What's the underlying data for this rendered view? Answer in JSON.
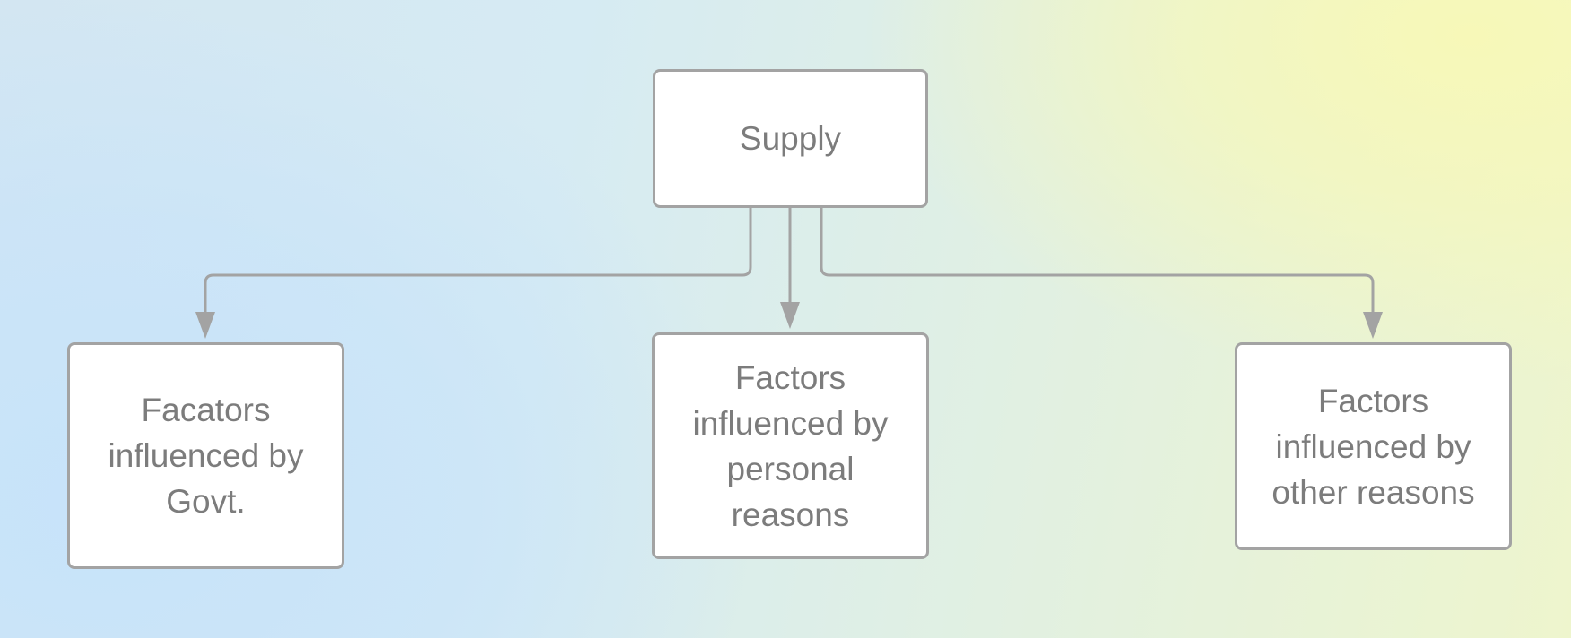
{
  "diagram": {
    "type": "tree",
    "root": {
      "id": "supply",
      "label": "Supply"
    },
    "children": [
      {
        "id": "govt",
        "label": "Facators influenced by Govt."
      },
      {
        "id": "personal",
        "label": "Factors influenced by personal reasons"
      },
      {
        "id": "other",
        "label": "Factors influenced by other reasons"
      }
    ],
    "edges": [
      {
        "from": "supply",
        "to": "govt"
      },
      {
        "from": "supply",
        "to": "personal"
      },
      {
        "from": "supply",
        "to": "other"
      }
    ],
    "colors": {
      "line": "#a3a3a3",
      "text": "#7c7c7c",
      "box_fill": "#ffffff"
    }
  }
}
